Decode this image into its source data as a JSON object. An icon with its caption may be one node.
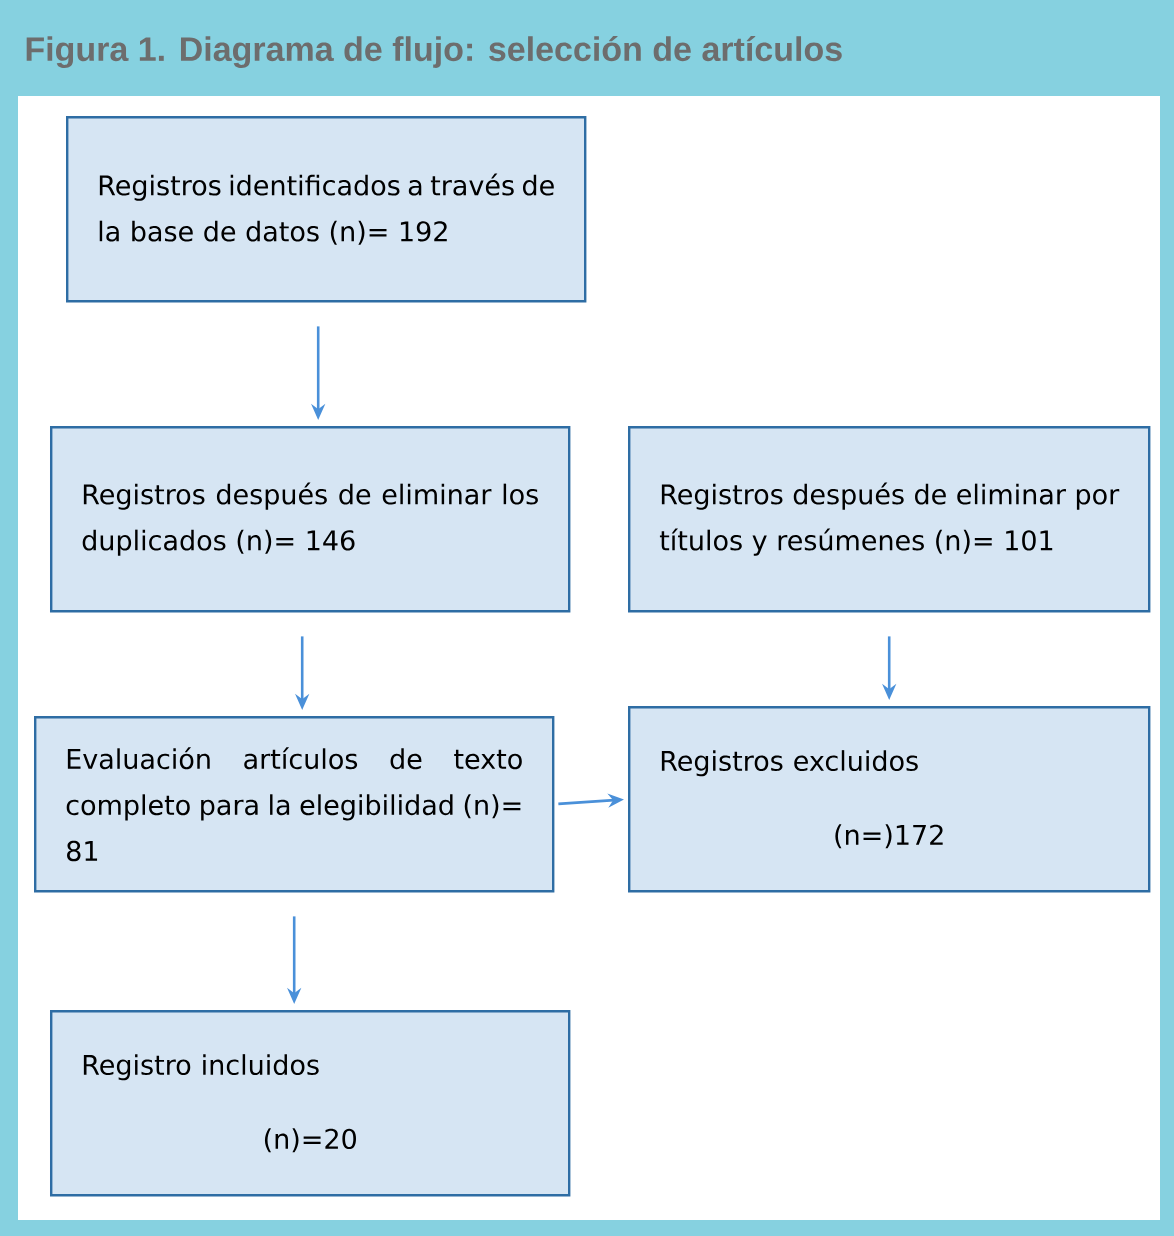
{
  "diagram": {
    "title": "Figura 1. Diagrama de flujo: selección de artículos",
    "nodes": [
      {
        "text": [
          "Registros identificados a través de la base de datos (n)= 192"
        ]
      },
      {
        "text": [
          "Registros después de eliminar los duplicados (n)= 146"
        ]
      },
      {
        "text": [
          "Registros después de eliminar por títulos y resúmenes (n)= 101"
        ]
      },
      {
        "text": [
          "Evaluación artículos de texto completo para la elegibilidad (n)= 81"
        ]
      },
      {
        "text": [
          "Registros excluidos",
          "(n=)172"
        ]
      },
      {
        "text": [
          "Registro incluidos",
          "(n)=20"
        ]
      }
    ],
    "edges": [
      {
        "from": 0,
        "to": 1,
        "arrow": "to"
      },
      {
        "from": 1,
        "to": 3,
        "arrow": "to"
      },
      {
        "from": 2,
        "to": 4,
        "arrow": "to"
      },
      {
        "from": 3,
        "to": 4,
        "arrow": "to"
      },
      {
        "from": 3,
        "to": 5,
        "arrow": "to"
      }
    ]
  }
}
